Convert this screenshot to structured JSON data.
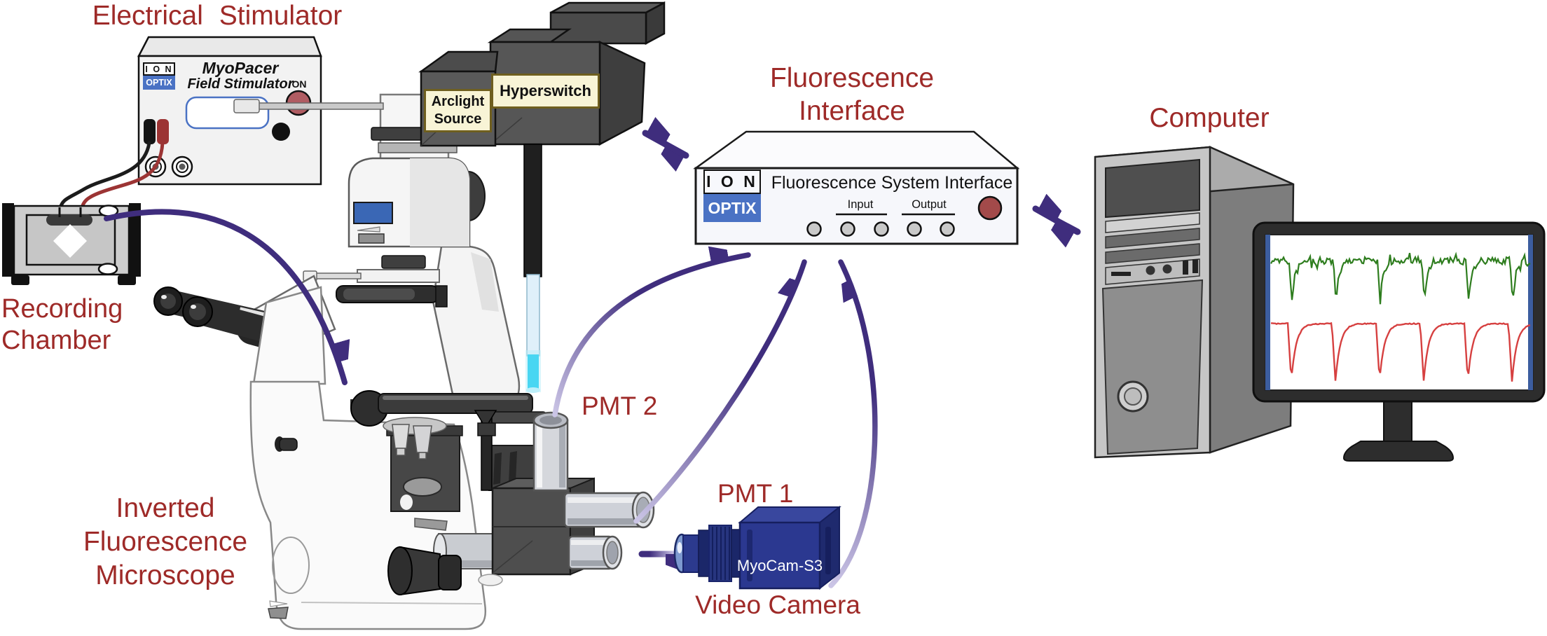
{
  "colors": {
    "label_red": "#9e2a28",
    "arrow_purple": "#3f2d7d",
    "arrow_light": "#cbc5e6",
    "cream": "#f8f4d6",
    "cream_border": "#6f5f1f",
    "optix_blue": "#4a72c4",
    "camera_navy": "#2b3890",
    "trace_green": "#2e7d1e",
    "trace_red": "#d64040",
    "button_red": "#b05c62"
  },
  "titles": {
    "electrical_stimulator": "Electrical Stimulator",
    "recording_chamber": [
      "Recording",
      "Chamber"
    ],
    "inverted_microscope": [
      "Inverted",
      "Fluorescence",
      "Microscope"
    ],
    "fluorescence_interface": [
      "Fluorescence",
      "Interface"
    ],
    "computer": "Computer",
    "pmt2": "PMT 2",
    "pmt1": "PMT 1",
    "video_camera": "Video Camera"
  },
  "stimulator": {
    "brand_top": "I O N",
    "brand_bottom": "OPTIX",
    "model": "MyoPacer",
    "subtitle": "Field Stimulator",
    "power_label": "ON"
  },
  "light_path": {
    "arclight_label": [
      "Arclight",
      "Source"
    ],
    "hyperswitch_label": "Hyperswitch"
  },
  "interface": {
    "brand_top": "I O N",
    "brand_bottom": "OPTIX",
    "panel_title": "Fluorescence System Interface",
    "input_label": "Input",
    "output_label": "Output",
    "port_count": 5
  },
  "camera": {
    "model": "MyoCam-S3"
  },
  "traces": {
    "x_range": [
      1814,
      2184
    ],
    "green": {
      "baseline": 372,
      "dip_depth": 58,
      "noise": 5,
      "dip_xs": [
        1840,
        1903,
        1966,
        2029,
        2092,
        2155
      ]
    },
    "red": {
      "baseline": 462,
      "dip_depth": 82,
      "dip_xs": [
        1838,
        1901,
        1964,
        2027,
        2090,
        2153
      ]
    }
  }
}
